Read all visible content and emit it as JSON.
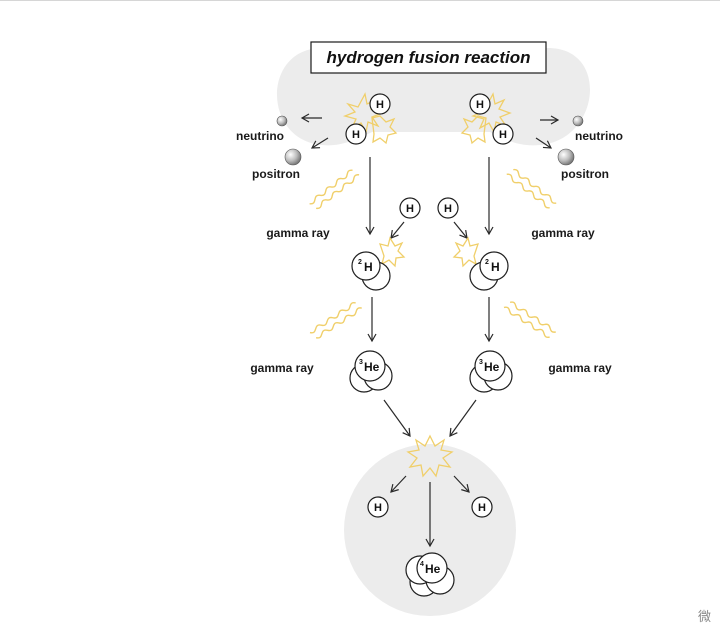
{
  "title": "hydrogen fusion reaction",
  "labels": {
    "neutrino_left": "neutrino",
    "neutrino_right": "neutrino",
    "positron_left": "positron",
    "positron_right": "positron",
    "gamma_1": "gamma ray",
    "gamma_2": "gamma ray",
    "gamma_3": "gamma ray",
    "gamma_4": "gamma ray"
  },
  "particles": {
    "hydrogen": "H",
    "deuterium": "H",
    "deuterium_mass": "2",
    "helium3": "He",
    "helium3_mass": "3",
    "helium4": "He",
    "helium4_mass": "4"
  },
  "colors": {
    "background_blob": "#ececec",
    "energy": "#f0cf6a",
    "outline": "#1f1f1f"
  },
  "watermark": "微"
}
